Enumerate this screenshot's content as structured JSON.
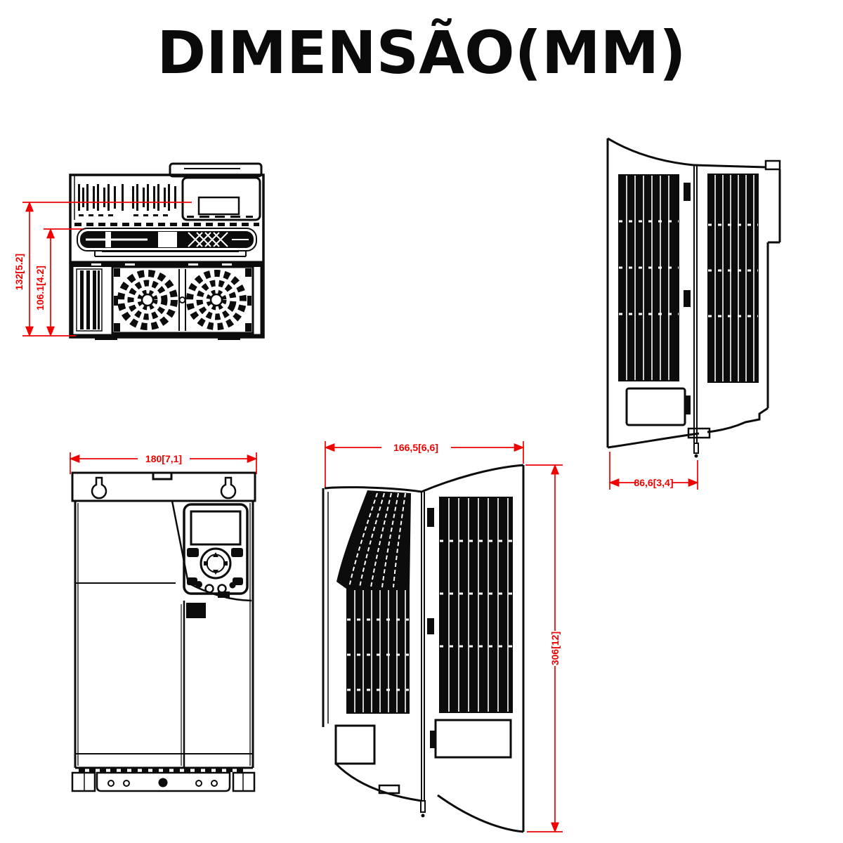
{
  "title": "DIMENSÃO(MM)",
  "colors": {
    "dimension_red": "#f10000",
    "line_ink": "#0c0c0c",
    "background": "#ffffff"
  },
  "views": {
    "top": {
      "dim_overall": "132[5.2]",
      "dim_inner": "106.1[4.2]"
    },
    "front": {
      "dim_width": "180[7,1]"
    },
    "side_left": {
      "dim_depth": "166,5[6,6]",
      "dim_height": "306[12]"
    },
    "side_right": {
      "dim_mount_depth": "86,6[3,4]"
    }
  }
}
